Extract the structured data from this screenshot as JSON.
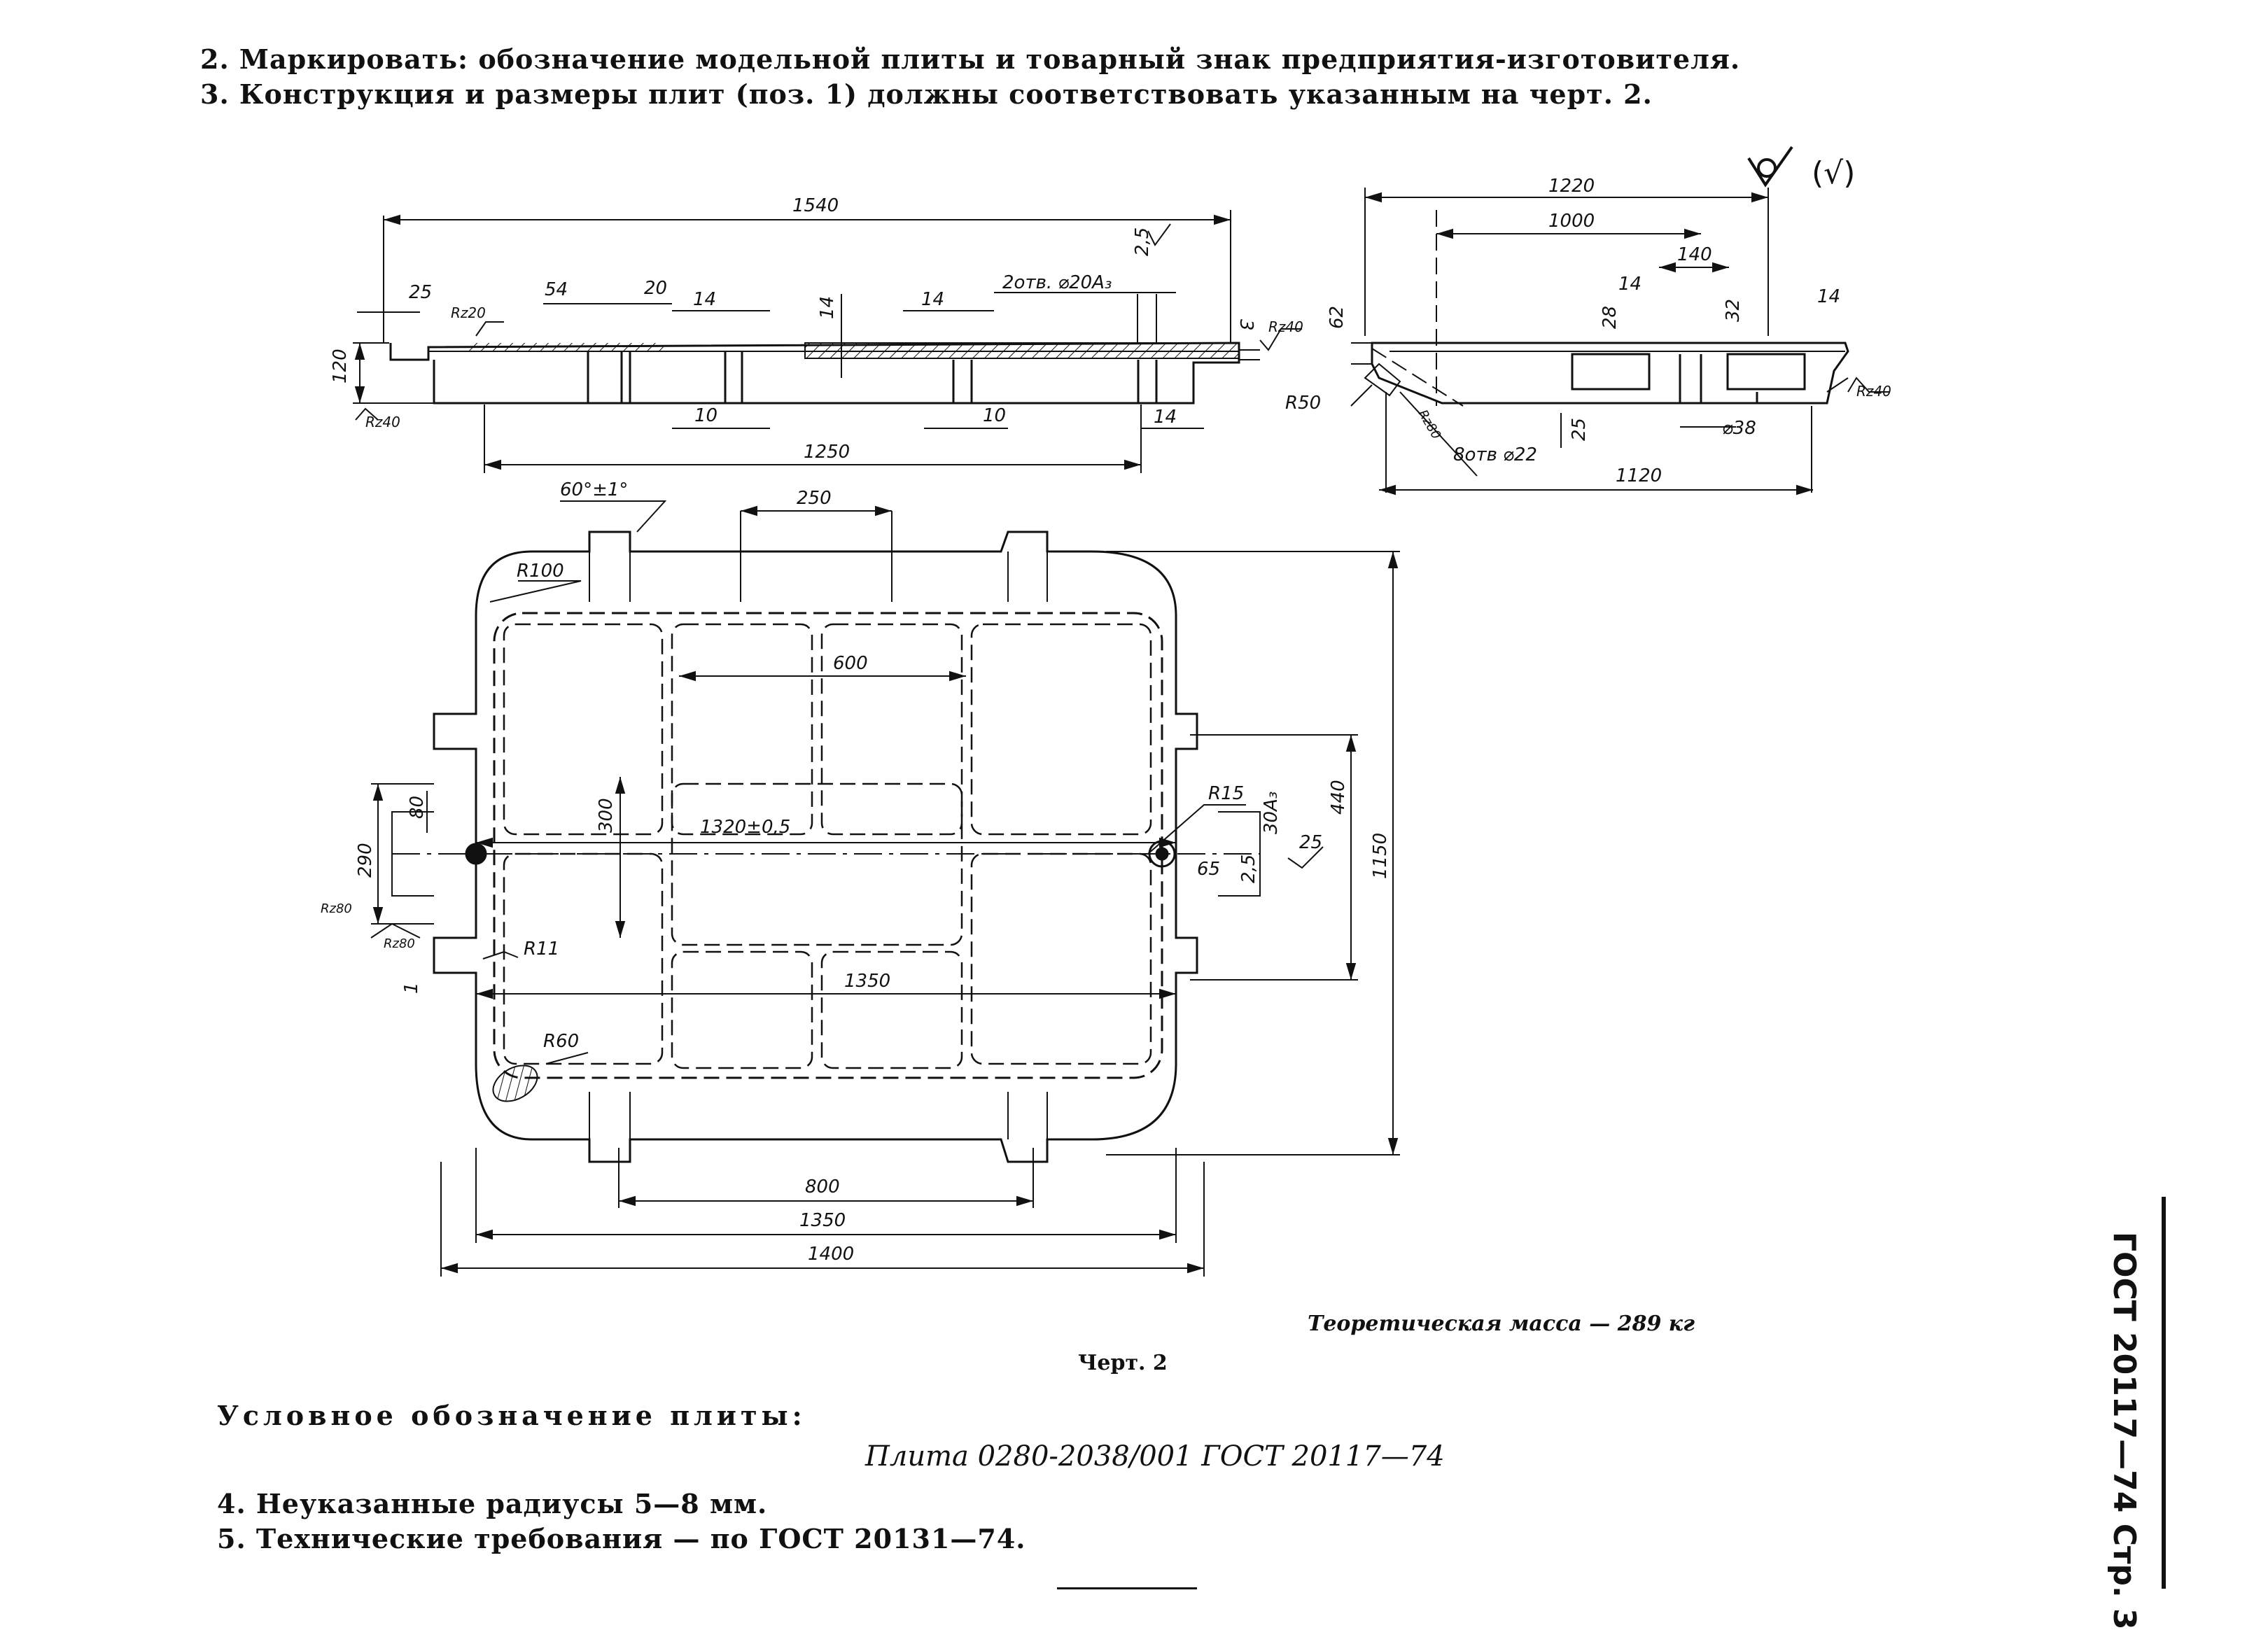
{
  "notes": {
    "n2": "2. Маркировать: обозначение модельной плиты и товарный знак предприятия-изготовителя.",
    "n3": "3. Конструкция и размеры плит (поз. 1) должны соответствовать указанным на черт. 2.",
    "n4": "4. Неуказанные радиусы 5—8 мм.",
    "n5": "5. Технические требования — по ГОСТ 20131—74."
  },
  "mass": "Теоретическая масса — 289 кг",
  "figure_caption": "Черт. 2",
  "designation": {
    "heading": "Условное обозначение плиты:",
    "value": "Плита 0280-2038/001 ГОСТ 20117—74"
  },
  "side_label": "ГОСТ 20117—74 Стр. 3",
  "roughness_general": "(√)",
  "front_view": {
    "dims": {
      "overall_length": "1540",
      "base_length": "1250",
      "height": "120",
      "left_step": "25",
      "rib_54": "54",
      "rib_20": "20",
      "rib_14a": "14",
      "rib_14b": "14",
      "rib_14c": "14",
      "rib_14d": "14",
      "rib_10a": "10",
      "rib_10b": "10",
      "holes": "2отв. ⌀20А₃",
      "right_top": "2,5",
      "right_3": "3"
    },
    "roughness": {
      "rz20": "Rz20",
      "rz40a": "Rz40",
      "rz40b": "Rz40"
    }
  },
  "side_view": {
    "dims": {
      "width_1220": "1220",
      "width_1000": "1000",
      "width_1120": "1120",
      "d140": "140",
      "d14a": "14",
      "d14b": "14",
      "d28": "28",
      "d32": "32",
      "d62": "62",
      "d25": "25",
      "d38": "⌀38",
      "r50": "R50",
      "holes8": "8отв ⌀22",
      "rz80": "Rz80",
      "rz40": "Rz40"
    }
  },
  "plan_view": {
    "dims": {
      "angle": "60°±1°",
      "d250": "250",
      "r100": "R100",
      "d600": "600",
      "d300": "300",
      "d1320": "1320±0,5",
      "d290": "290",
      "d80": "80",
      "r15": "R15",
      "d30a3": "30А₃",
      "d440": "440",
      "d1150": "1150",
      "d25": "25",
      "d65": "65",
      "d2_5": "2,5",
      "r11": "R11",
      "d1350_inner": "1350",
      "r60": "R60",
      "d800": "800",
      "d1350": "1350",
      "d1400": "1400",
      "rz80a": "Rz80",
      "rz80b": "Rz80",
      "d1": "1"
    }
  }
}
